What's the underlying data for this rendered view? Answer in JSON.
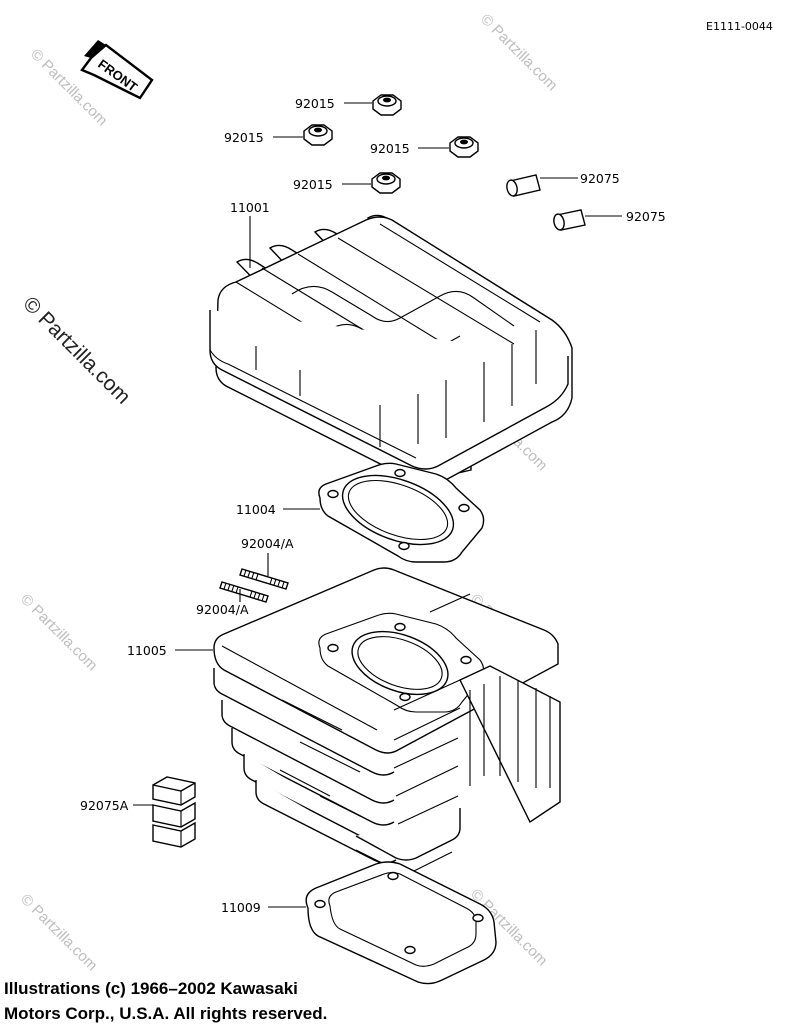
{
  "ref_code": "E1111-0044",
  "front_label": "FRONT",
  "watermark": {
    "side": "© Partzilla.com",
    "tile": "© Partzilla.com"
  },
  "labels": {
    "nut_1": "92015",
    "nut_2": "92015",
    "nut_3": "92015",
    "nut_4": "92015",
    "dowel_1": "92075",
    "dowel_2": "92075",
    "cylinder_head": "11001",
    "head_gasket": "11004",
    "stud_upper": "92004/A",
    "stud_lower": "92004/A",
    "cylinder": "11005",
    "damper": "92075A",
    "base_gasket": "11009"
  },
  "copyright": {
    "line1": "Illustrations (c) 1966–2002 Kawasaki",
    "line2": "Motors Corp., U.S.A.  All rights reserved."
  },
  "colors": {
    "ink": "#000000",
    "watermark": "#bdbdbd",
    "background": "#ffffff"
  }
}
